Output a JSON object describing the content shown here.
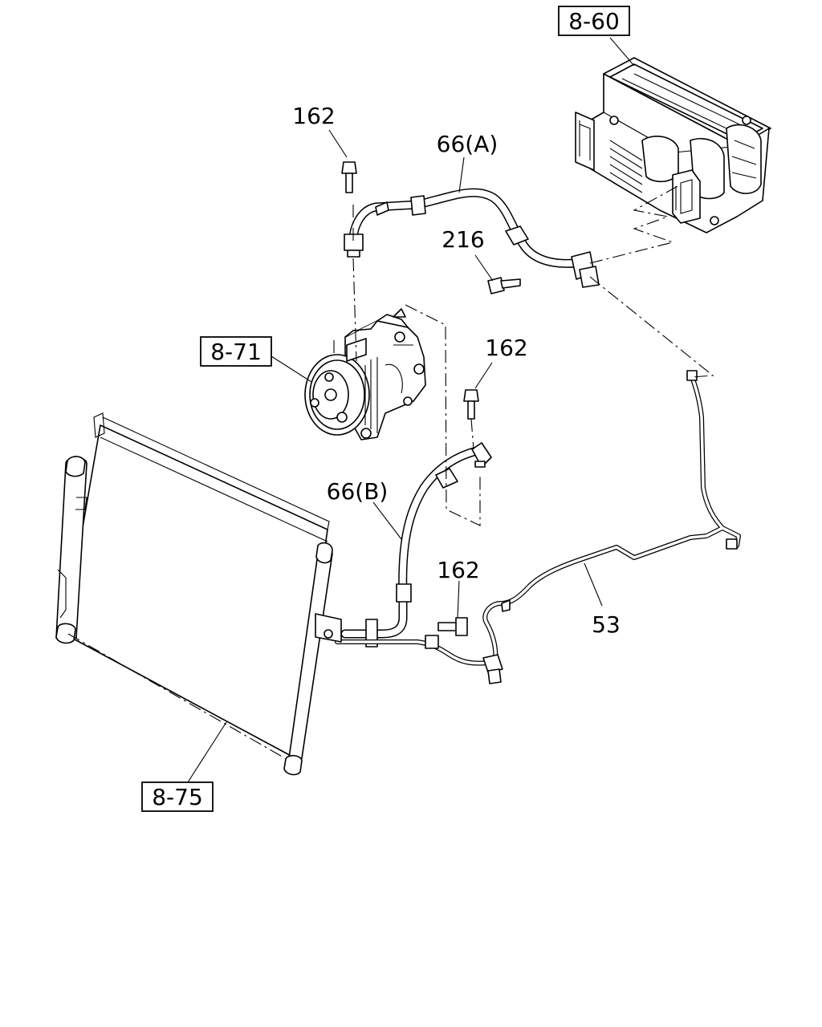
{
  "diagram": {
    "references": {
      "heater_unit": "8-60",
      "compressor": "8-71",
      "condenser": "8-75"
    },
    "callouts": {
      "bolt_top": "162",
      "hose_a": "66(A)",
      "bolt_216": "216",
      "bolt_right": "162",
      "hose_b": "66(B)",
      "bolt_bottom": "162",
      "pipe_53": "53"
    }
  }
}
